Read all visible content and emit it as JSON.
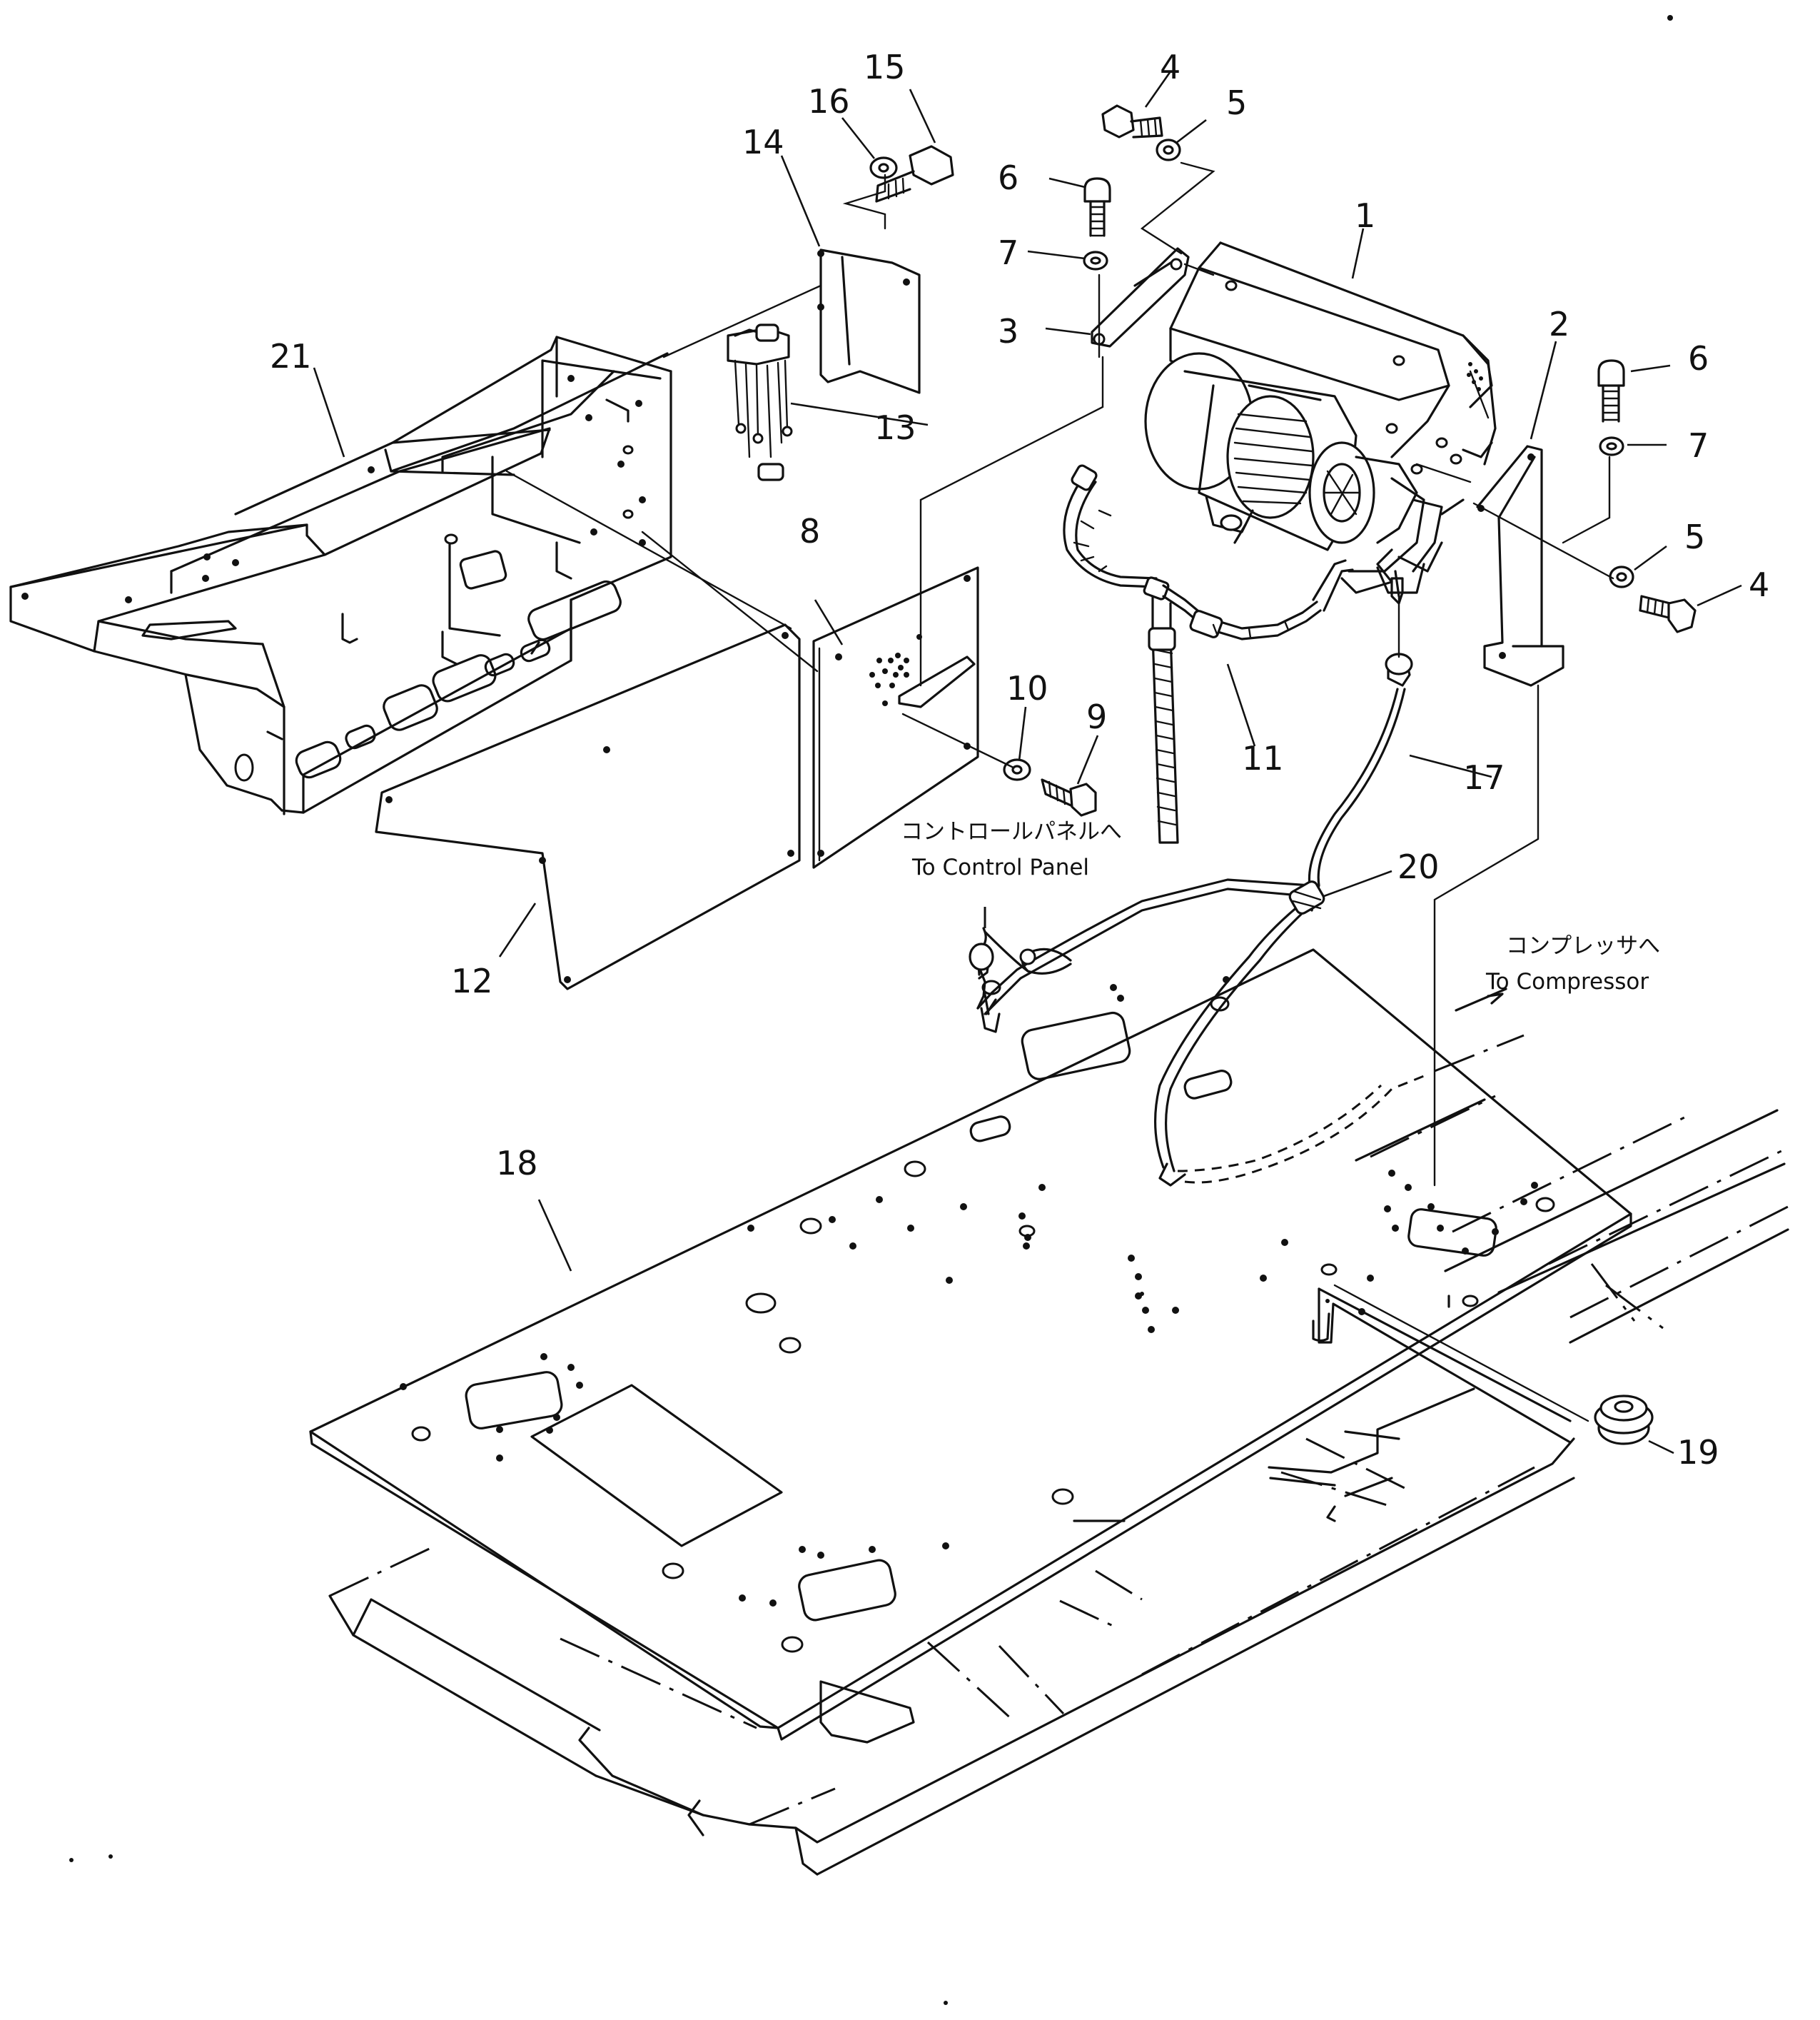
{
  "diagram": {
    "callouts": {
      "c1": "1",
      "c2": "2",
      "c3": "3",
      "c4a": "4",
      "c4b": "4",
      "c5a": "5",
      "c5b": "5",
      "c6a": "6",
      "c6b": "6",
      "c7a": "7",
      "c7b": "7",
      "c8": "8",
      "c9": "9",
      "c10": "10",
      "c11": "11",
      "c12": "12",
      "c13": "13",
      "c14": "14",
      "c15": "15",
      "c16": "16",
      "c17": "17",
      "c18": "18",
      "c19": "19",
      "c20": "20",
      "c21": "21"
    },
    "annotations": {
      "control_panel_jp": "コントロールパネルへ",
      "control_panel_en": "To Control Panel",
      "compressor_jp": "コンプレッサへ",
      "compressor_en": "To Compressor"
    }
  }
}
